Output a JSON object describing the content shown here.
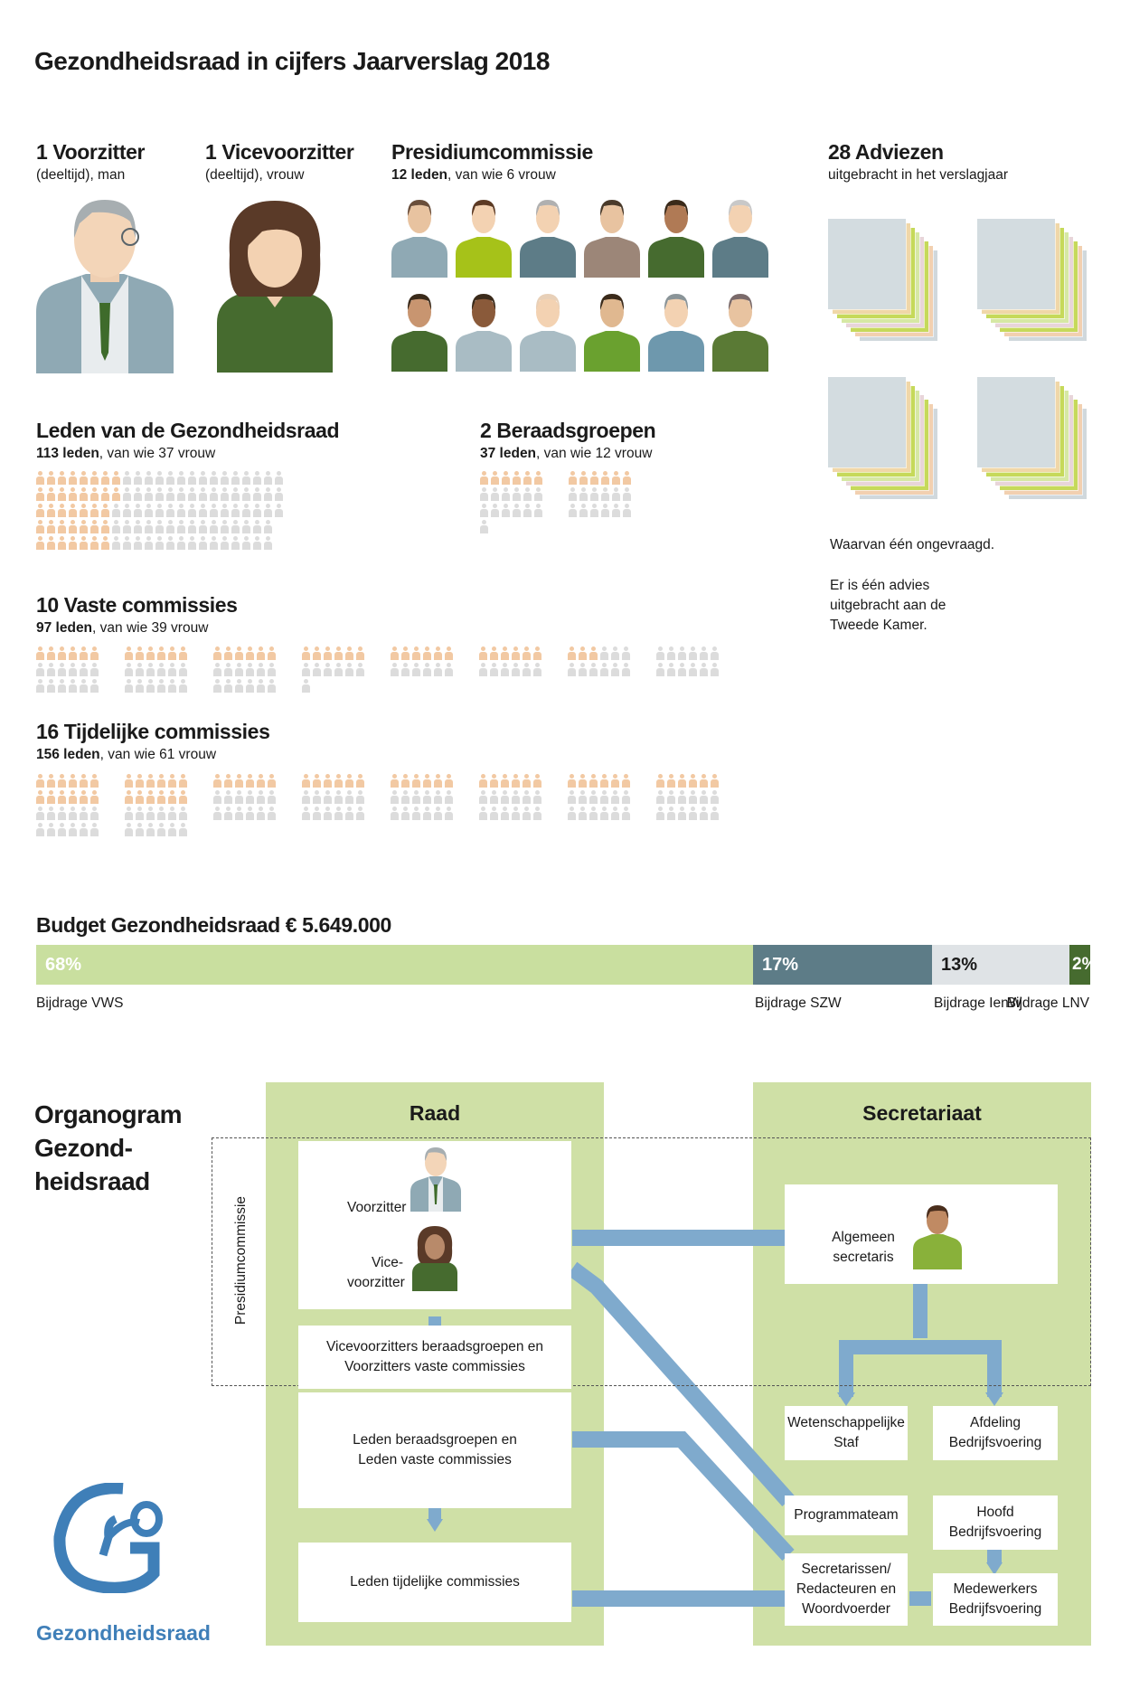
{
  "title": "Gezondheidsraad in cijfers Jaarverslag 2018",
  "voorzitter": {
    "heading": "1 Voorzitter",
    "sub": "(deeltijd), man"
  },
  "vicevoorzitter": {
    "heading": "1 Vicevoorzitter",
    "sub": "(deeltijd), vrouw"
  },
  "presidium": {
    "heading": "Presidiumcommissie",
    "sub_bold": "12 leden",
    "sub_rest": ", van wie 6 vrouw"
  },
  "adviezen": {
    "heading": "28 Adviezen",
    "sub": "uitgebracht in het verslagjaar",
    "note1": "Waarvan één ongevraagd.",
    "note2_line1": "Er is één advies",
    "note2_line2": "uitgebracht aan de",
    "note2_line3": "Tweede Kamer."
  },
  "leden": {
    "heading": "Leden van de Gezondheidsraad",
    "sub_bold": "113 leden",
    "sub_rest": ", van wie 37 vrouw",
    "total": 113,
    "female": 37
  },
  "beraadsgroepen": {
    "heading": "2 Beraadsgroepen",
    "sub_bold": "37 leden",
    "sub_rest": ", van wie 12 vrouw",
    "groups": [
      {
        "total": 19,
        "female": 6
      },
      {
        "total": 18,
        "female": 6
      }
    ]
  },
  "vaste": {
    "heading": "10 Vaste commissies",
    "sub_bold": "97 leden",
    "sub_rest": ", van wie 39 vrouw",
    "groups": [
      {
        "total": 18,
        "female": 6
      },
      {
        "total": 18,
        "female": 6
      },
      {
        "total": 18,
        "female": 6
      },
      {
        "total": 13,
        "female": 6
      },
      {
        "total": 12,
        "female": 6
      },
      {
        "total": 12,
        "female": 6
      },
      {
        "total": 12,
        "female": 3
      },
      {
        "total": 12,
        "female": 0
      }
    ]
  },
  "tijdelijke": {
    "heading": "16 Tijdelijke commissies",
    "sub_bold": "156 leden",
    "sub_rest": ", van wie 61 vrouw",
    "groups": [
      {
        "total": 24,
        "female": 12
      },
      {
        "total": 24,
        "female": 12
      },
      {
        "total": 18,
        "female": 6
      },
      {
        "total": 18,
        "female": 6
      },
      {
        "total": 18,
        "female": 6
      },
      {
        "total": 18,
        "female": 6
      },
      {
        "total": 18,
        "female": 6
      },
      {
        "total": 18,
        "female": 6
      }
    ]
  },
  "budget": {
    "heading": "Budget Gezondheidsraad € 5.649.000",
    "segments": [
      {
        "pct": "68%",
        "value": 68,
        "label": "Bijdrage VWS",
        "color": "#c9df9f"
      },
      {
        "pct": "17%",
        "value": 17,
        "label": "Bijdrage SZW",
        "color": "#5d7c87"
      },
      {
        "pct": "13%",
        "value": 13,
        "label": "Bijdrage IenW",
        "color": "#dfe3e6"
      },
      {
        "pct": "2%",
        "value": 2,
        "label": "Bijdrage LNV",
        "color": "#466b2f"
      }
    ]
  },
  "organogram": {
    "title_line1": "Organogram",
    "title_line2": "Gezond-",
    "title_line3": "heidsraad",
    "raad": "Raad",
    "secretariaat": "Secretariaat",
    "presidiumcommissie": "Presidiumcommissie",
    "voorzitter": "Voorzitter",
    "vice_line1": "Vice-",
    "vice_line2": "voorzitter",
    "vicevoorzitters_line1": "Vicevoorzitters beraadsgroepen en",
    "vicevoorzitters_line2": "Voorzitters vaste commissies",
    "leden_line1": "Leden beraadsgroepen en",
    "leden_line2": "Leden vaste commissies",
    "tijdelijk": "Leden tijdelijke commissies",
    "alg_line1": "Algemeen",
    "alg_line2": "secretaris",
    "wet_line1": "Wetenschappelijke",
    "wet_line2": "Staf",
    "afd_line1": "Afdeling",
    "afd_line2": "Bedrijfsvoering",
    "programmateam": "Programmateam",
    "hoofd_line1": "Hoofd",
    "hoofd_line2": "Bedrijfsvoering",
    "sec_line1": "Secretarissen/",
    "sec_line2": "Redacteuren en",
    "sec_line3": "Woordvoerder",
    "med_line1": "Medewerkers",
    "med_line2": "Bedrijfsvoering"
  },
  "logo": {
    "text": "Gezondheidsraad",
    "color": "#3f7fb8"
  }
}
